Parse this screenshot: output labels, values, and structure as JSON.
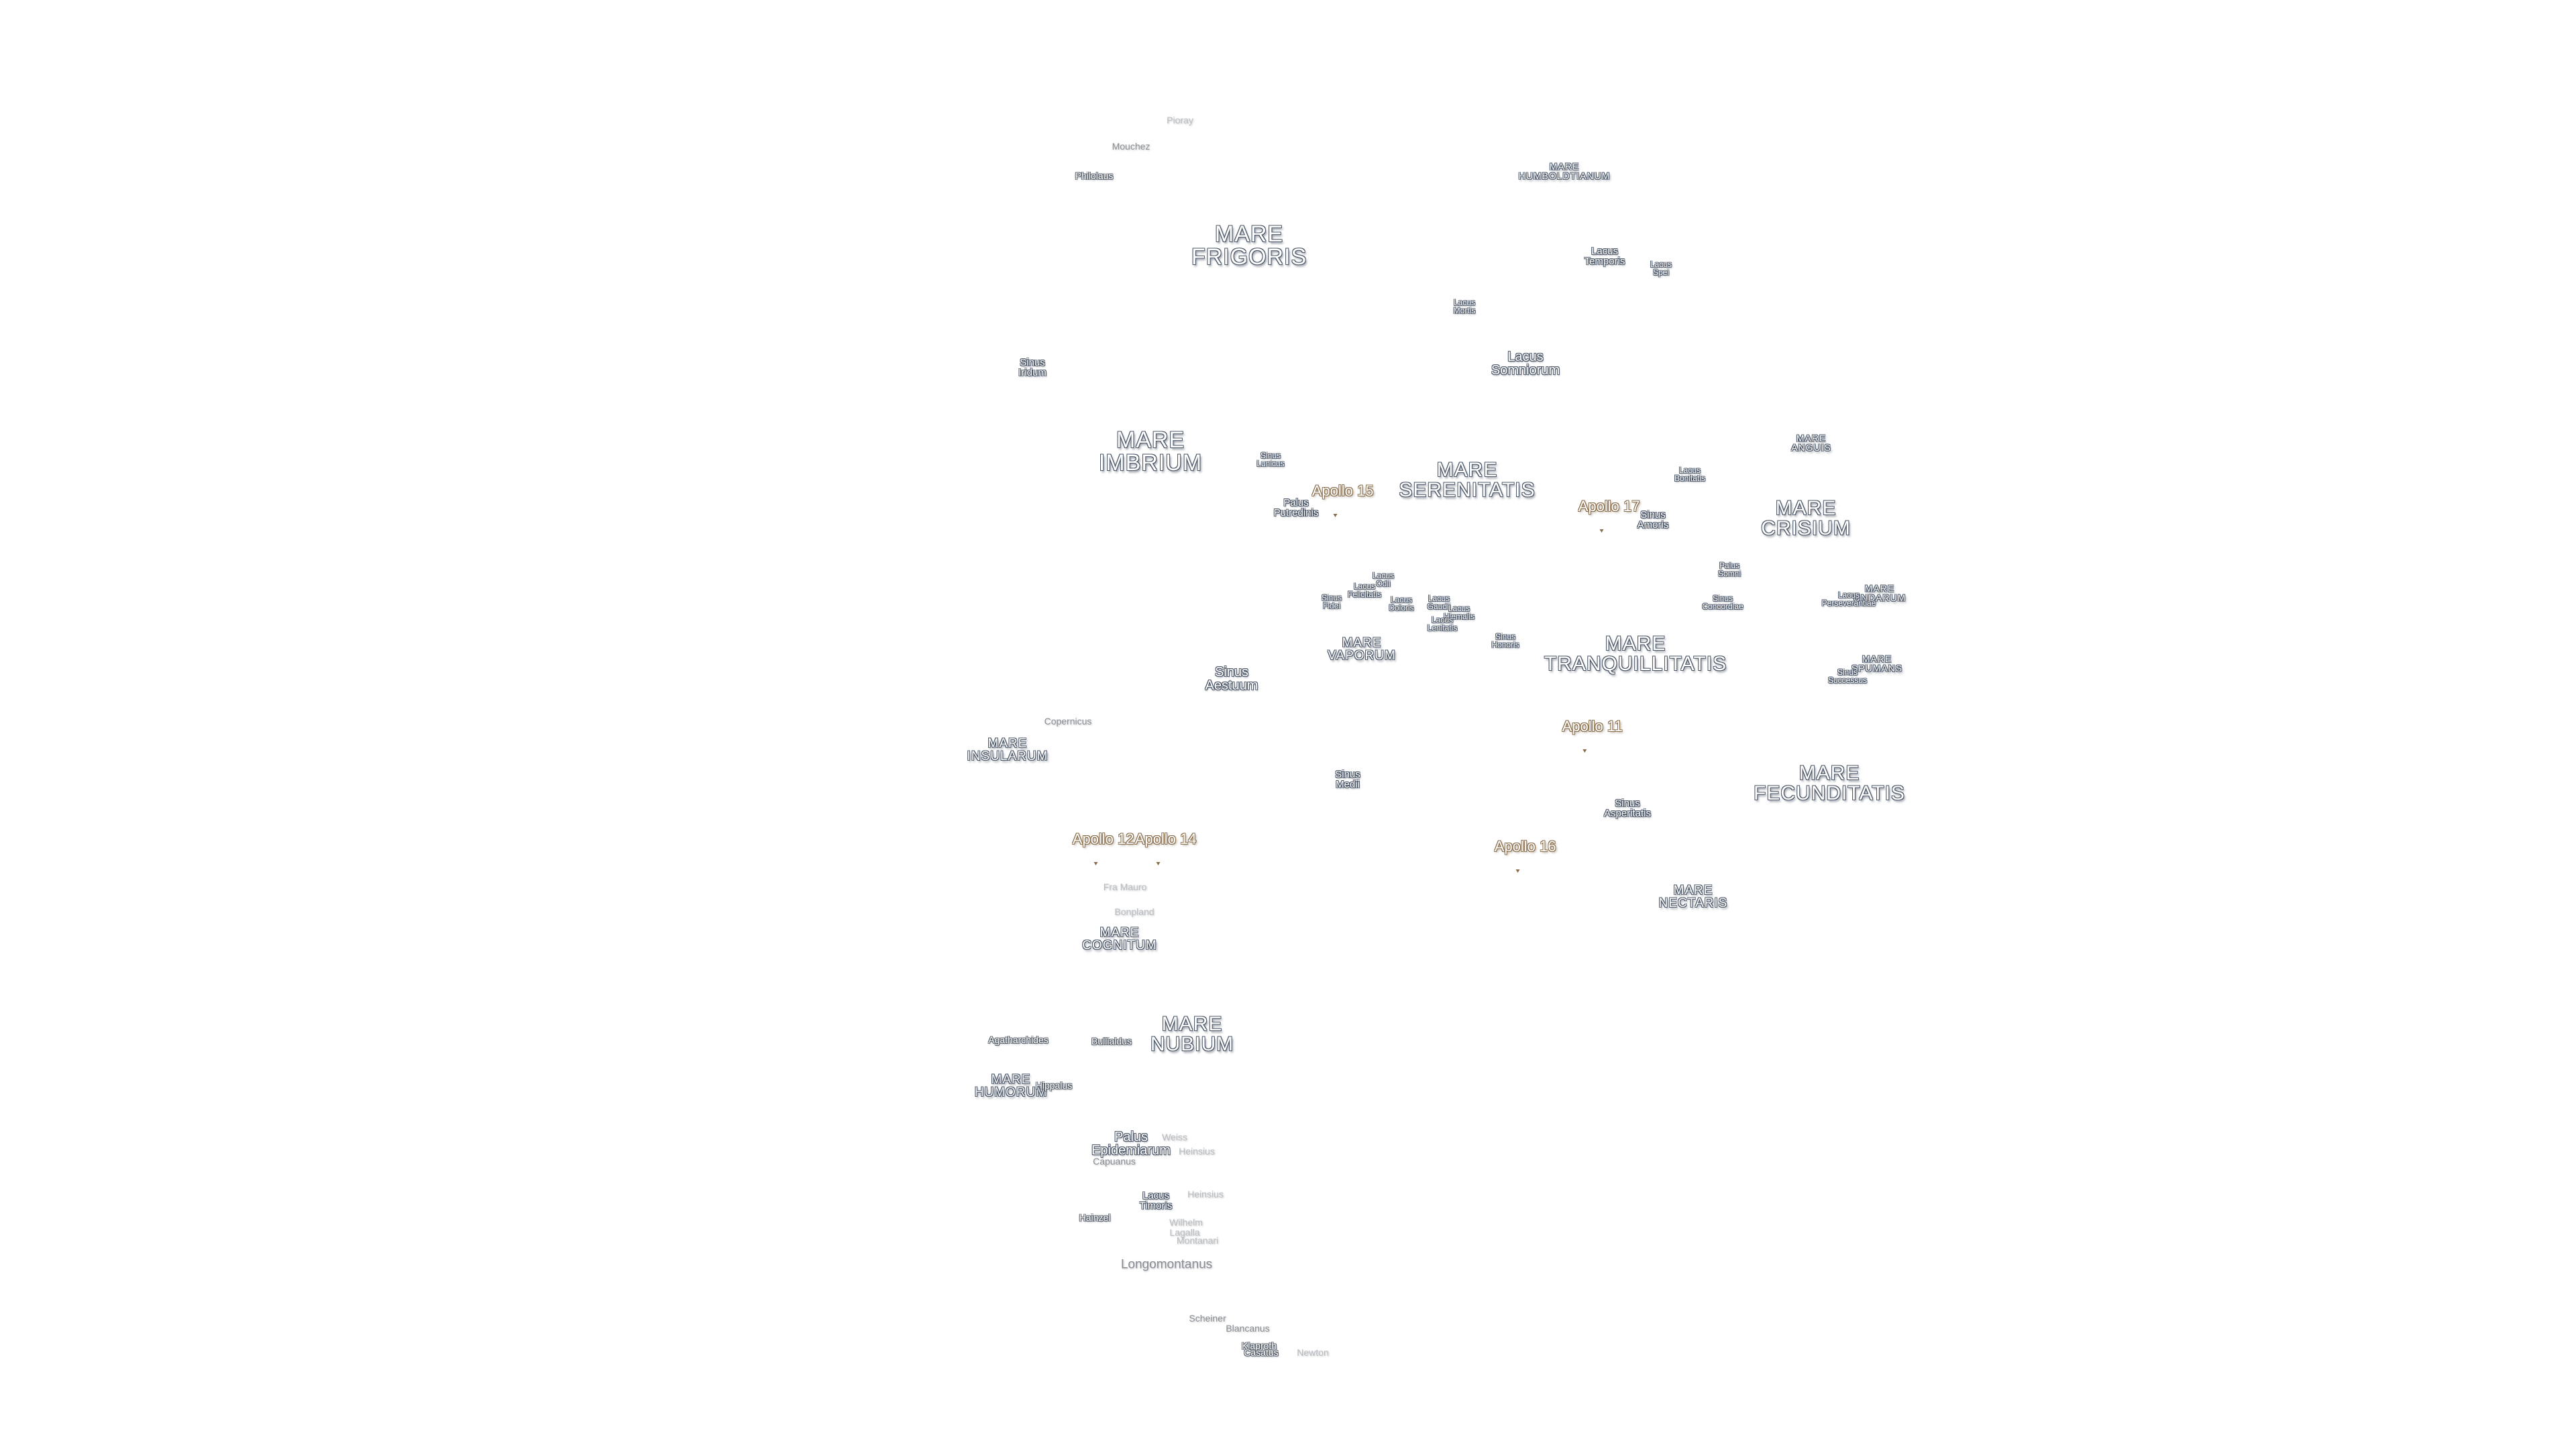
{
  "maria": [
    {
      "id": "frigoris",
      "text": "MARE\nFRIGORIS",
      "size": "big"
    },
    {
      "id": "humboldtianum",
      "text": "MARE\nHUMBOLDTIANUM",
      "size": "xs"
    },
    {
      "id": "imbrium",
      "text": "MARE\nIMBRIUM",
      "size": "big"
    },
    {
      "id": "serenitatis",
      "text": "MARE\nSERENITATIS",
      "size": ""
    },
    {
      "id": "anguis",
      "text": "MARE\nANGUIS",
      "size": "xs"
    },
    {
      "id": "crisium",
      "text": "MARE\nCRISIUM",
      "size": ""
    },
    {
      "id": "undarum",
      "text": "MARE\nUNDARUM",
      "size": "xs"
    },
    {
      "id": "vaporum",
      "text": "MARE\nVAPORUM",
      "size": "sm"
    },
    {
      "id": "tranquillitatis",
      "text": "MARE\nTRANQUILLITATIS",
      "size": ""
    },
    {
      "id": "spumans",
      "text": "MARE\nSPUMANS",
      "size": "xs"
    },
    {
      "id": "insularum",
      "text": "MARE\nINSULARUM",
      "size": "sm"
    },
    {
      "id": "fecunditatis",
      "text": "MARE\nFECUNDITATIS",
      "size": ""
    },
    {
      "id": "nectaris",
      "text": "MARE\nNECTARIS",
      "size": "sm"
    },
    {
      "id": "cognitum",
      "text": "MARE\nCOGNITUM",
      "size": "sm"
    },
    {
      "id": "nubium",
      "text": "MARE\nNUBIUM",
      "size": ""
    },
    {
      "id": "humorum",
      "text": "MARE\nHUMORUM",
      "size": "sm"
    }
  ],
  "features": [
    {
      "id": "lacus-temporis",
      "text": "Lacus\nTemporis",
      "size": ""
    },
    {
      "id": "lacus-spei",
      "text": "Lacus\nSpei",
      "size": "tiny"
    },
    {
      "id": "lacus-mortis",
      "text": "Lacus\nMortis",
      "size": "tiny"
    },
    {
      "id": "lacus-somniorum",
      "text": "Lacus\nSomniorum",
      "size": "md"
    },
    {
      "id": "sinus-iridum",
      "text": "Sinus\nIridum",
      "size": ""
    },
    {
      "id": "sinus-lunicus",
      "text": "Sinus\nLunicus",
      "size": "tiny"
    },
    {
      "id": "palus-putredinis",
      "text": "Palus\nPutredinis",
      "size": ""
    },
    {
      "id": "lacus-bonitatis",
      "text": "Lacus\nBonitatis",
      "size": "tiny"
    },
    {
      "id": "sinus-amoris",
      "text": "Sinus\nAmoris",
      "size": ""
    },
    {
      "id": "lacus-odii",
      "text": "Lacus\nOdii",
      "size": "tiny"
    },
    {
      "id": "lacus-felicitatis",
      "text": "Lacus\nFelicitatis",
      "size": "tiny"
    },
    {
      "id": "sinus-fidei",
      "text": "Sinus\nFidei",
      "size": "tiny"
    },
    {
      "id": "lacus-doloris",
      "text": "Lacus\nDoloris",
      "size": "tiny"
    },
    {
      "id": "lacus-gaudii",
      "text": "Lacus\nGaudii",
      "size": "tiny"
    },
    {
      "id": "lacus-hiemalis",
      "text": "Lacus\nHiemalis",
      "size": "tiny"
    },
    {
      "id": "lacus-lenitatis",
      "text": "Lacus\nLenitatis",
      "size": "tiny"
    },
    {
      "id": "palus-somni",
      "text": "Palus\nSomni",
      "size": "tiny"
    },
    {
      "id": "sinus-concordiae",
      "text": "Sinus\nConcordiae",
      "size": "tiny"
    },
    {
      "id": "lacus-perseverantiae",
      "text": "Lacus\nPerseverantiae",
      "size": "tiny"
    },
    {
      "id": "sinus-honoris",
      "text": "Sinus\nHonoris",
      "size": "tiny"
    },
    {
      "id": "sinus-successus",
      "text": "Sinus\nSuccessus",
      "size": "tiny"
    },
    {
      "id": "sinus-aestuum",
      "text": "Sinus\nAestuum",
      "size": "md"
    },
    {
      "id": "sinus-medii",
      "text": "Sinus\nMedii",
      "size": ""
    },
    {
      "id": "sinus-asperitatis",
      "text": "Sinus\nAsperitatis",
      "size": ""
    },
    {
      "id": "palus-epidemiarum",
      "text": "Palus\nEpidemiarum",
      "size": "md"
    },
    {
      "id": "lacus-timoris",
      "text": "Lacus\nTimoris",
      "size": ""
    }
  ],
  "craters": [
    {
      "id": "pioray",
      "text": "Pioray",
      "style": "faint"
    },
    {
      "id": "mouchez",
      "text": "Mouchez",
      "style": ""
    },
    {
      "id": "philolaus",
      "text": "Philolaus",
      "style": "dark"
    },
    {
      "id": "copernicus",
      "text": "Copernicus",
      "style": ""
    },
    {
      "id": "fra-mauro",
      "text": "Fra Mauro",
      "style": "faint"
    },
    {
      "id": "bonpland",
      "text": "Bonpland",
      "style": "faint"
    },
    {
      "id": "agatharchides",
      "text": "Agatharchides",
      "style": "dark"
    },
    {
      "id": "bullialdus",
      "text": "Bullialdus",
      "style": "dark"
    },
    {
      "id": "hippalus",
      "text": "Hippalus",
      "style": "dark"
    },
    {
      "id": "weiss",
      "text": "Weiss",
      "style": "faint"
    },
    {
      "id": "capuanus",
      "text": "Capuanus",
      "style": ""
    },
    {
      "id": "nubium-crater",
      "text": "Heinsius",
      "style": "faint"
    },
    {
      "id": "heinsius",
      "text": "Heinsius",
      "style": "faint"
    },
    {
      "id": "hainzel",
      "text": "Hainzel",
      "style": "dark"
    },
    {
      "id": "wilhelm",
      "text": "Wilhelm",
      "style": "faint"
    },
    {
      "id": "lagalla",
      "text": "Lagalla",
      "style": "faint"
    },
    {
      "id": "montanari",
      "text": "Montanari",
      "style": "faint"
    },
    {
      "id": "longomontanus",
      "text": "Longomontanus",
      "style": "md"
    },
    {
      "id": "scheiner",
      "text": "Scheiner",
      "style": ""
    },
    {
      "id": "blancanus",
      "text": "Blancanus",
      "style": ""
    },
    {
      "id": "klaproth",
      "text": "Klaproth",
      "style": "dark"
    },
    {
      "id": "casatus",
      "text": "Casatus",
      "style": "dark"
    },
    {
      "id": "newton",
      "text": "Newton",
      "style": "faint"
    }
  ],
  "apollo": [
    {
      "id": "apollo-15",
      "text": "Apollo 15"
    },
    {
      "id": "apollo-17",
      "text": "Apollo 17"
    },
    {
      "id": "apollo-11",
      "text": "Apollo 11"
    },
    {
      "id": "apollo-12",
      "text": "Apollo 12"
    },
    {
      "id": "apollo-14",
      "text": "Apollo 14"
    },
    {
      "id": "apollo-16",
      "text": "Apollo 16"
    }
  ]
}
